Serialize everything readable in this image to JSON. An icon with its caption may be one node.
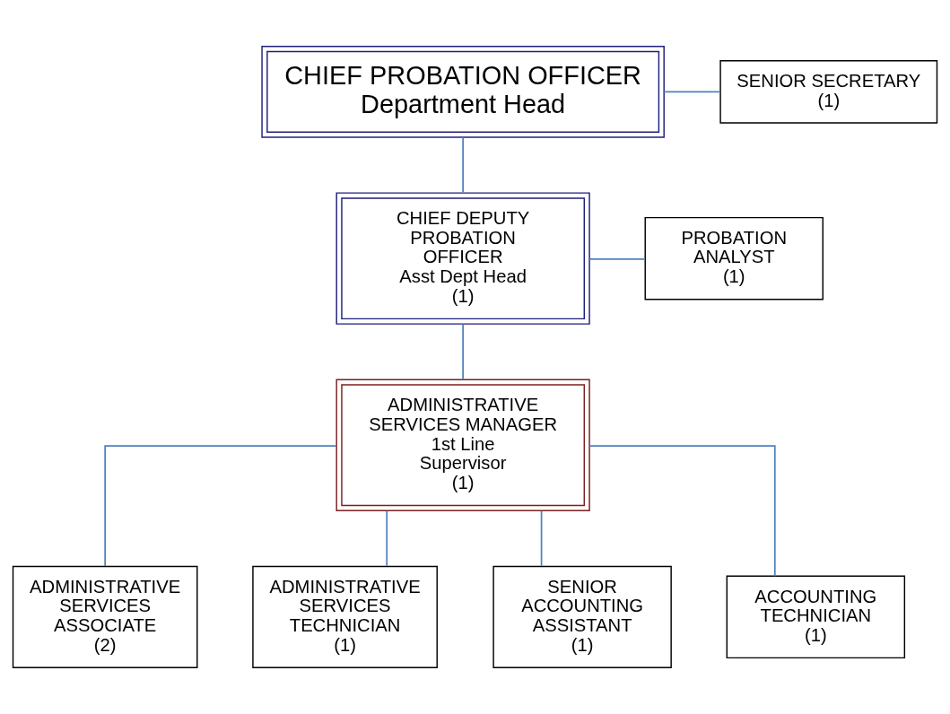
{
  "diagram": {
    "nodes": [
      {
        "text": [
          "CHIEF PROBATION OFFICER",
          "Department Head"
        ]
      },
      {
        "text": [
          "SENIOR SECRETARY",
          "(1)"
        ]
      },
      {
        "text": [
          "CHIEF DEPUTY PROBATION OFFICER",
          "Asst Dept Head",
          "(1)"
        ]
      },
      {
        "text": [
          "PROBATION ANALYST",
          "(1)"
        ]
      },
      {
        "text": [
          "ADMINISTRATIVE SERVICES MANAGER",
          "1st Line Supervisor",
          "(1)"
        ]
      },
      {
        "text": [
          "ADMINISTRATIVE SERVICES ASSOCIATE",
          "(2)"
        ]
      },
      {
        "text": [
          "ADMINISTRATIVE SERVICES TECHNICIAN",
          "(1)"
        ]
      },
      {
        "text": [
          "SENIOR ACCOUNTING ASSISTANT",
          "(1)"
        ]
      },
      {
        "text": [
          "ACCOUNTING TECHNICIAN",
          "(1)"
        ]
      }
    ],
    "edges": [
      {
        "from": 0,
        "to": 1,
        "arrow": "none"
      },
      {
        "from": 0,
        "to": 2,
        "arrow": "none"
      },
      {
        "from": 2,
        "to": 3,
        "arrow": "none"
      },
      {
        "from": 2,
        "to": 4,
        "arrow": "none"
      },
      {
        "from": 4,
        "to": 5,
        "arrow": "none"
      },
      {
        "from": 4,
        "to": 6,
        "arrow": "none"
      },
      {
        "from": 4,
        "to": 7,
        "arrow": "none"
      },
      {
        "from": 4,
        "to": 8,
        "arrow": "none"
      }
    ]
  }
}
